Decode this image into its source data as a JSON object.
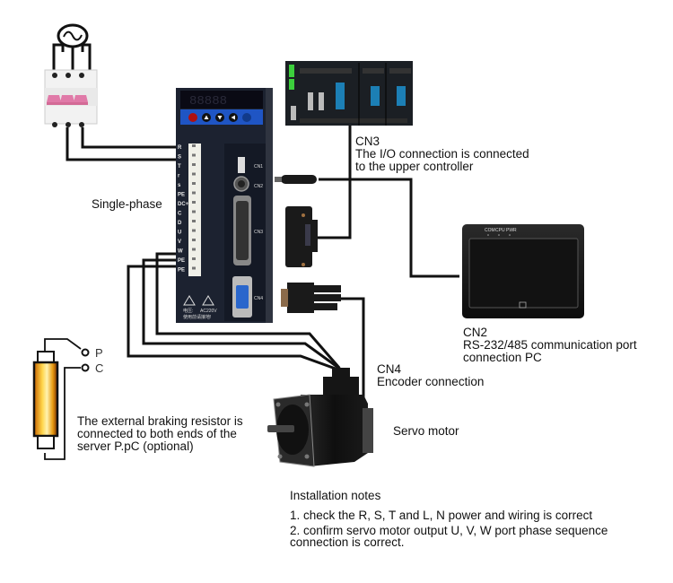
{
  "diagram": {
    "title": "Servo drive wiring diagram",
    "labels": {
      "single_phase": "Single-phase",
      "cn3": {
        "title": "CN3",
        "line1": "The I/O connection is connected",
        "line2": "to the upper controller"
      },
      "cn2": {
        "title": "CN2",
        "line1": "RS-232/485 communication port",
        "line2": "connection PC"
      },
      "cn4": {
        "title": "CN4",
        "line1": "Encoder connection"
      },
      "servo_motor": "Servo motor",
      "braking_resistor": {
        "line1": "The external braking resistor is",
        "line2": "connected to both ends of the",
        "line3": "server P.pC (optional)"
      },
      "terminal_p": "P",
      "terminal_c": "C"
    },
    "drive": {
      "terminals": [
        "R",
        "S",
        "T",
        "r",
        "s",
        "PE",
        "DC+",
        "C",
        "D",
        "U",
        "V",
        "W",
        "PE",
        "PE"
      ],
      "ports": [
        "CN1",
        "CN2",
        "CN3",
        "CN4"
      ],
      "voltage_label": "AC220V",
      "warning_text_1": "电压:",
      "warning_text_2": "使用前请接地!"
    },
    "hmi": {
      "leds": [
        "COM",
        "CPU",
        "PWR"
      ]
    },
    "colors": {
      "drive_body": "#1c2230",
      "drive_panel": "#1f55c4",
      "breaker_handle": "#e07aa8",
      "resistor_orange": "#e8a020",
      "wire": "#111111"
    }
  },
  "installation_notes": {
    "title": "Installation notes",
    "items": [
      "1. check the R, S, T and L, N power and wiring is correct",
      "2. confirm servo motor output U, V, W port phase sequence connection is correct."
    ]
  }
}
